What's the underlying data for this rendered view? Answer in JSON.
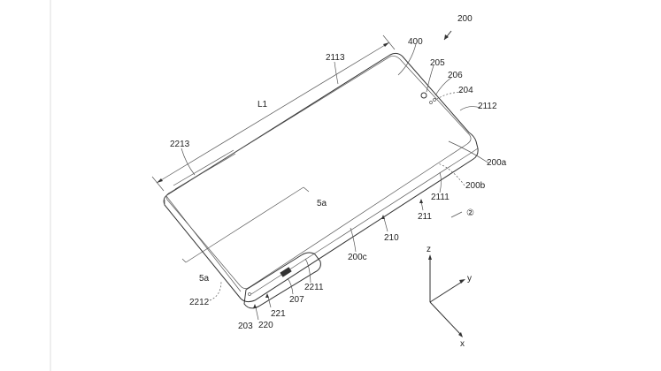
{
  "figure": {
    "reference_labels": {
      "device": "200",
      "display": "400",
      "top_edge": "2113",
      "camera": "205",
      "sensor_206": "206",
      "sensor_204": "204",
      "right_edge": "2112",
      "length": "L1",
      "left_frame": "2213",
      "surface_a": "200a",
      "surface_b": "200b",
      "bottom_edge": "2111",
      "first_housing": "211",
      "direction_2": "②",
      "section_top": "5a",
      "housing": "210",
      "surface_c": "200c",
      "section_bottom": "5a",
      "slider": "2211",
      "speaker": "207",
      "corner_edge": "2212",
      "second_housing": "221",
      "port": "203",
      "second_structure": "220"
    },
    "axes": {
      "z": "z",
      "y": "y",
      "x": "x"
    }
  }
}
